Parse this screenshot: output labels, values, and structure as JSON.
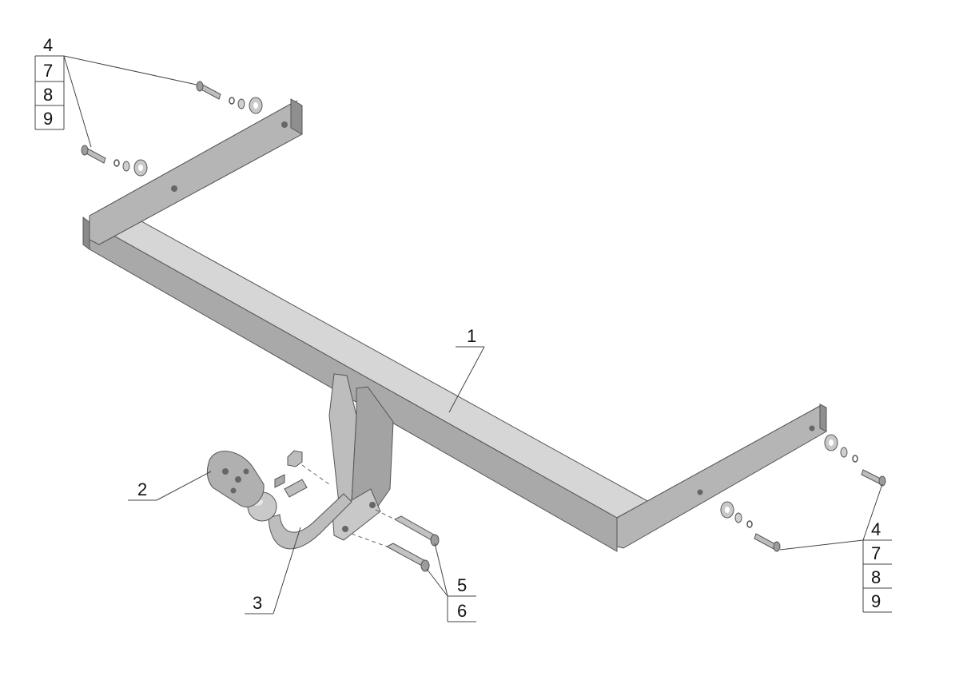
{
  "diagram": {
    "callouts": {
      "part_1": "1",
      "part_2": "2",
      "part_3": "3",
      "part_5": "5",
      "part_6": "6",
      "left_stack": [
        "4",
        "7",
        "8",
        "9"
      ],
      "right_stack": [
        "4",
        "7",
        "8",
        "9"
      ]
    },
    "colors": {
      "steel_top": "#d6d6d6",
      "steel_front": "#a9a9a9",
      "steel_dark": "#7d7d7d",
      "outline": "#555555"
    }
  }
}
